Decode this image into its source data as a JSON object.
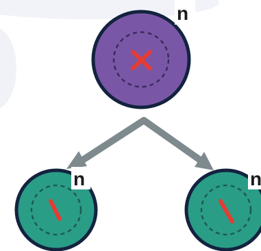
{
  "diagram": {
    "parent_cell": {
      "label": "n",
      "fill_color": "#7a57a6",
      "chromosome_symbol": "x-mark",
      "chromosome_color": "#e23d35"
    },
    "daughter_cells": [
      {
        "label": "n",
        "fill_color": "#2a9d87",
        "chromosome_symbol": "single-chromatid",
        "chromosome_color": "#e23d35"
      },
      {
        "label": "n",
        "fill_color": "#2a9d87",
        "chromosome_symbol": "single-chromatid",
        "chromosome_color": "#e23d35"
      }
    ],
    "colors": {
      "arrow": "#7f8a8e",
      "outline": "#13233f",
      "background_blob": "#f0f2f8"
    }
  }
}
